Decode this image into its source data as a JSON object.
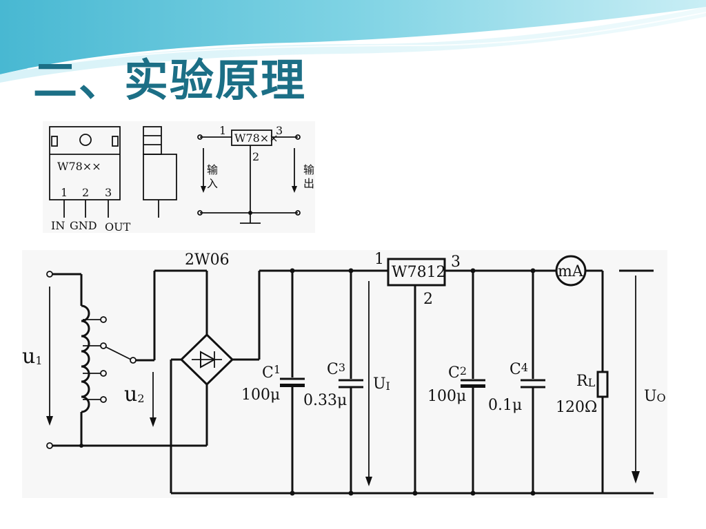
{
  "slide": {
    "title": "二、实验原理"
  },
  "package": {
    "part": "W78××",
    "pin1": "1",
    "pin2": "2",
    "pin3": "3",
    "pin_in": "IN",
    "pin_gnd": "GND",
    "pin_out": "OUT"
  },
  "block_diagram": {
    "part": "W78××",
    "pin1": "1",
    "pin2": "2",
    "pin3": "3",
    "input_label_1": "输",
    "input_label_2": "入",
    "output_label_1": "输",
    "output_label_2": "出"
  },
  "circuit": {
    "u1": "u",
    "u1_sub": "1",
    "u2": "u",
    "u2_sub": "2",
    "bridge": "2W06",
    "c1": "C",
    "c1_sub": "1",
    "c1_value": "100μ",
    "c3": "C",
    "c3_sub": "3",
    "c3_value": "0.33μ",
    "ui": "U",
    "ui_sub": "I",
    "regulator": "W7812",
    "reg_pin1": "1",
    "reg_pin2": "2",
    "reg_pin3": "3",
    "c2": "C",
    "c2_sub": "2",
    "c2_value": "100μ",
    "c4": "C",
    "c4_sub": "4",
    "c4_value": "0.1μ",
    "rl": "R",
    "rl_sub": "L",
    "rl_value": "120Ω",
    "meter": "mA",
    "uo": "U",
    "uo_sub": "O"
  },
  "colors": {
    "title": "#1c6f86",
    "wave_dark": "#5cc6dc",
    "wave_light": "#bfe9f2"
  }
}
